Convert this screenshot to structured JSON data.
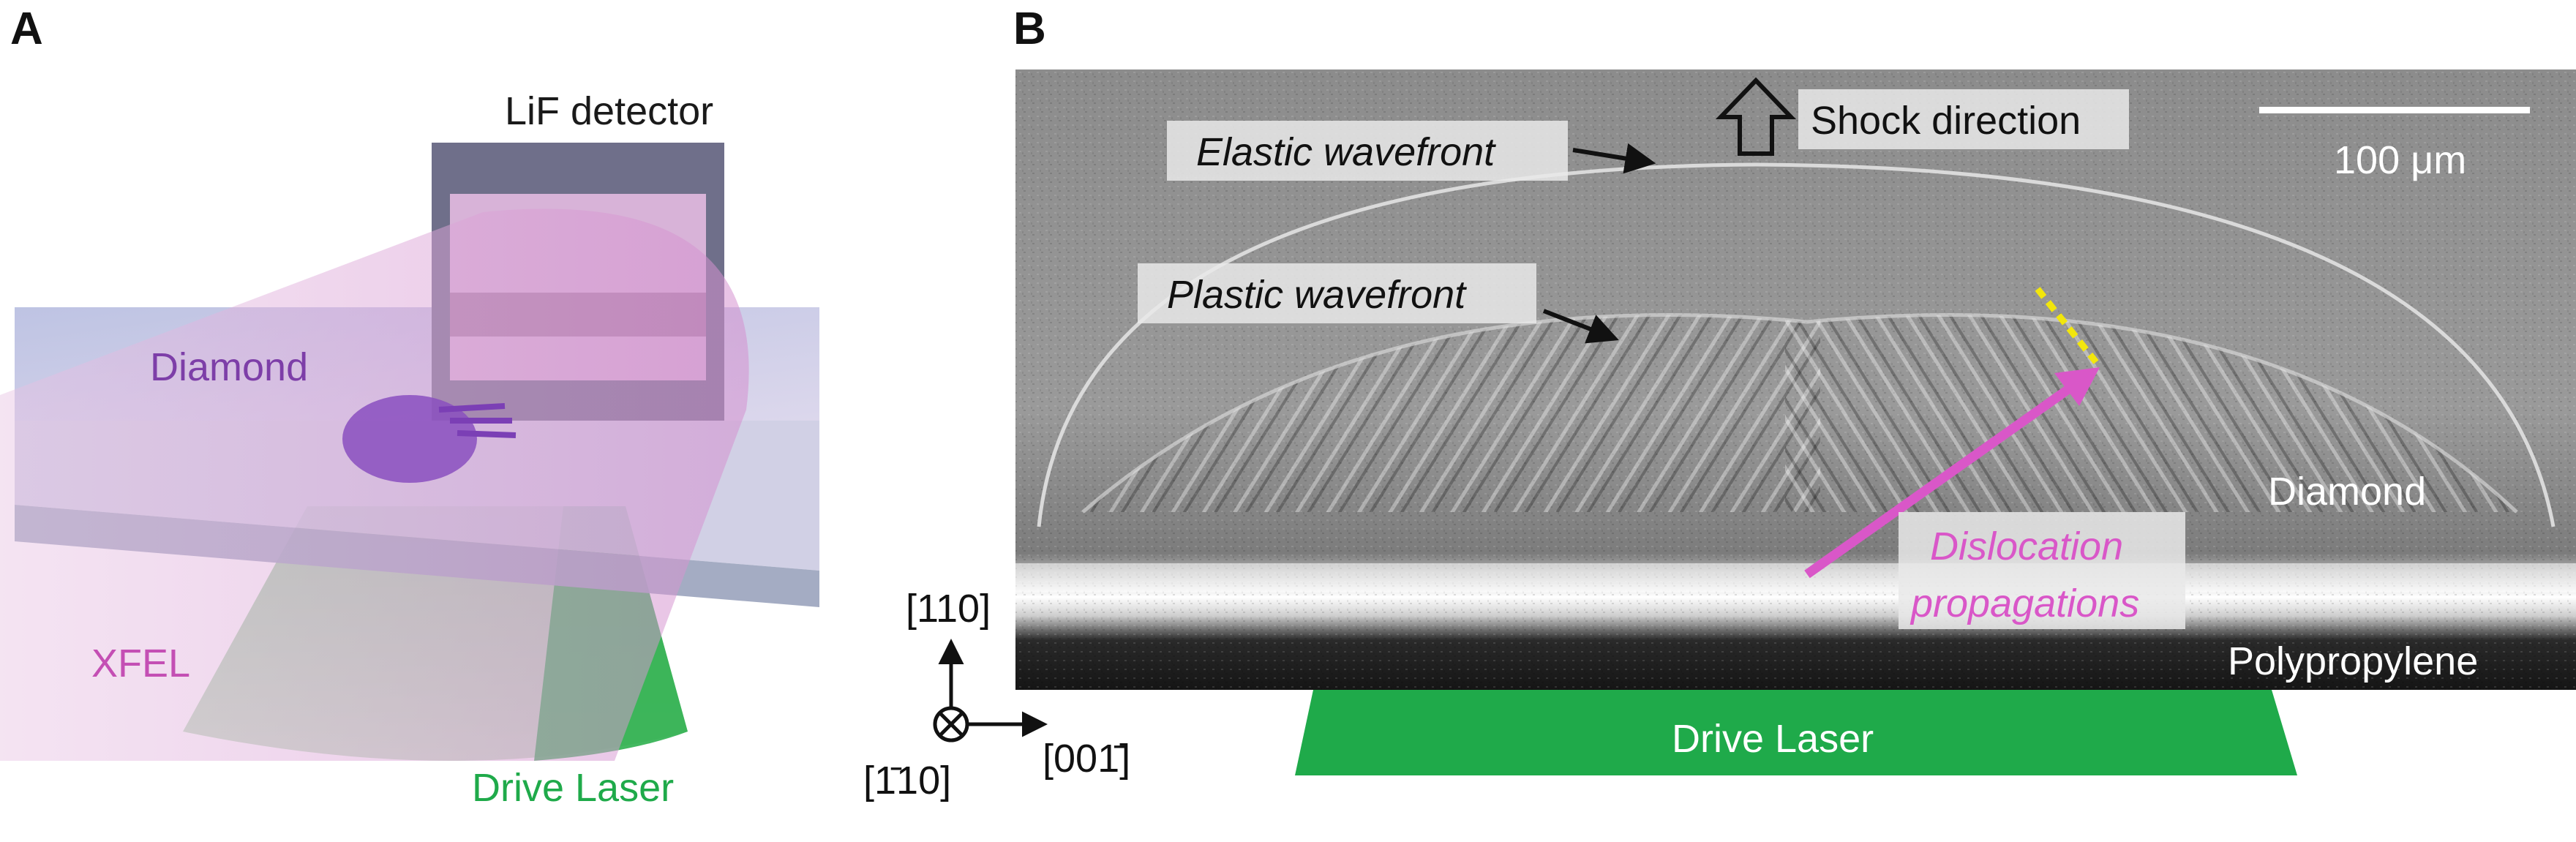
{
  "panel_a": {
    "letter": "A",
    "lif_detector": "LiF detector",
    "diamond": "Diamond",
    "xfel": "XFEL",
    "drive_laser": "Drive Laser"
  },
  "panel_b": {
    "letter": "B",
    "shock_direction": "Shock direction",
    "scale_bar": "100 μm",
    "elastic_wavefront": "Elastic wavefront",
    "plastic_wavefront": "Plastic wavefront",
    "diamond": "Diamond",
    "dislocation_line1": "Dislocation",
    "dislocation_line2": "propagations",
    "polypropylene": "Polypropylene",
    "drive_laser": "Drive Laser"
  },
  "axes": {
    "up": "[110]",
    "right": "[001̄]",
    "into": "[1̄10]"
  },
  "colors": {
    "xfel_magenta": "#c44fb4",
    "diamond_purple": "#7d3ea8",
    "laser_green": "#1faa4a",
    "dislocation_pink": "#d957c8",
    "yellow_marker": "#f2e60c"
  }
}
